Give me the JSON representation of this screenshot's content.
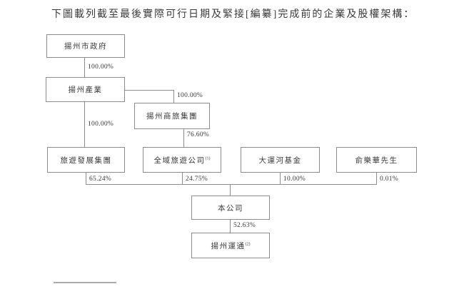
{
  "page_title": "下圖載列截至最後實際可行日期及緊接[編纂]完成前的企業及股權架構：",
  "chart": {
    "type": "shareholding-structure-diagram",
    "nodes": {
      "gov": {
        "label": "揚州市政府"
      },
      "industry": {
        "label": "揚州產業"
      },
      "shanglv": {
        "label": "揚州商旅集團"
      },
      "tourism_dev": {
        "label": "旅遊發展集團"
      },
      "quanyu": {
        "label": "全域旅遊公司",
        "footnote": "(1)"
      },
      "canal_fund": {
        "label": "大運河基金"
      },
      "mr_yu": {
        "label": "俞樂華先生"
      },
      "company": {
        "label": "本公司"
      },
      "yuntong": {
        "label": "揚州運通",
        "footnote": "(2)"
      }
    },
    "ownership": {
      "gov_to_industry": "100.00%",
      "industry_to_shanglv": "100.00%",
      "industry_to_tourism_dev": "100.00%",
      "shanglv_to_quanyu": "76.60%",
      "tourism_dev_to_company": "65.24%",
      "quanyu_to_company": "24.75%",
      "canal_fund_to_company": "10.00%",
      "mr_yu_to_company": "0.01%",
      "company_to_yuntong": "52.63%"
    },
    "colors": {
      "line": "#8c8c8c",
      "text": "#3a3a3a",
      "background": "#ffffff"
    }
  }
}
